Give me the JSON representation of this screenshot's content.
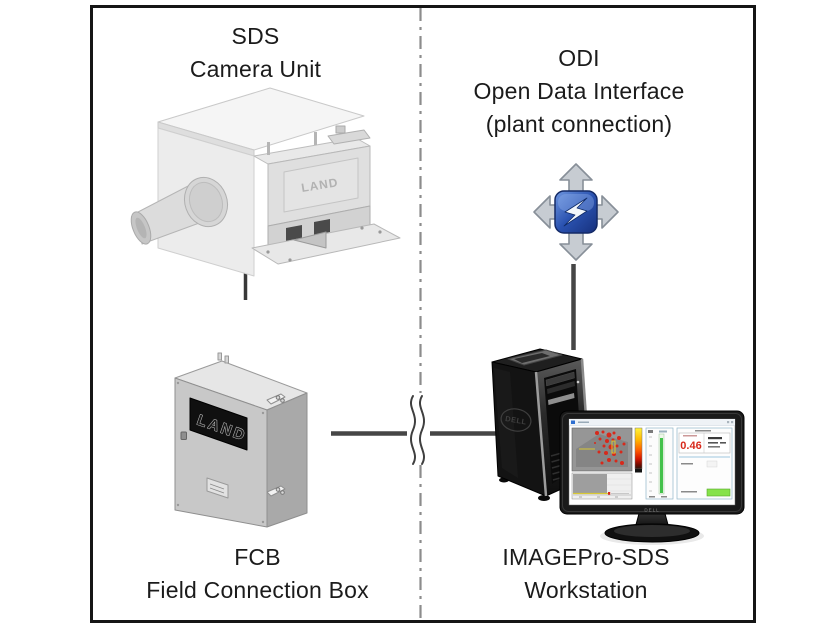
{
  "labels": {
    "sds": {
      "line1": "SDS",
      "line2": "Camera Unit"
    },
    "odi": {
      "line1": "ODI",
      "line2": "Open Data Interface",
      "line3": "(plant connection)"
    },
    "fcb": {
      "line1": "FCB",
      "line2": "Field Connection Box"
    },
    "workstation": {
      "line1": "IMAGEPro-SDS",
      "line2": "Workstation"
    }
  },
  "device_marks": {
    "camera_brand": "LAND",
    "fcb_brand": "LAND",
    "tower_brand": "DELL",
    "monitor_brand": "DELL",
    "screen_reading": "0.46"
  },
  "icons": {
    "odi_icon": "data-exchange-four-arrows-icon",
    "break_icon": "line-break-squiggle-icon"
  },
  "colors": {
    "frame_border": "#151515",
    "divider_line": "#8c8c8c",
    "connector_line": "#464646",
    "odi_blue": "#2e55a8",
    "arrow_gray": "#c7ccd2",
    "thermal_red": "#d7291b",
    "status_green": "#86e24a",
    "text": "#1b1b1b"
  }
}
